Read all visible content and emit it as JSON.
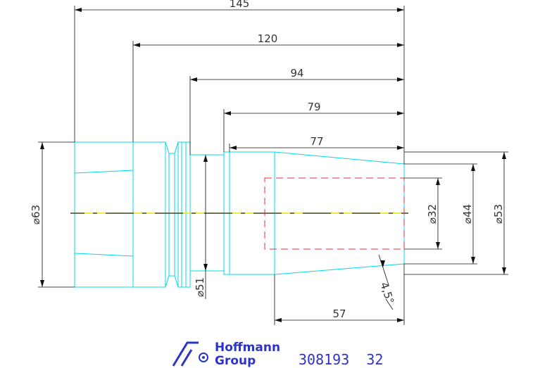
{
  "dimensions": {
    "overall_length": "145",
    "length_120": "120",
    "length_94": "94",
    "length_79": "79",
    "length_77": "77",
    "taper_length": "57",
    "diameter_shank": "⌀63",
    "diameter_neck": "⌀51",
    "diameter_bore": "⌀32",
    "diameter_nose": "⌀44",
    "diameter_body": "⌀53",
    "taper_angle": "4,5°"
  },
  "logo": {
    "line1": "Hoffmann",
    "line2": "Group"
  },
  "part_number": "308193  32",
  "colors": {
    "outline": "#00d8e8",
    "dimension": "#111111",
    "centerline": "#e6e600",
    "hidden": "#e0323c",
    "brand": "#2c34c8"
  }
}
